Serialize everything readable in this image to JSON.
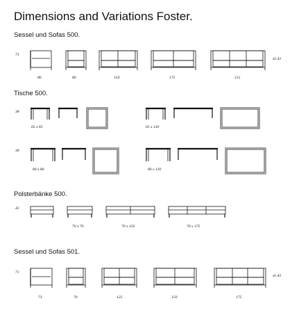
{
  "title": "Dimensions and Variations Foster.",
  "sections": {
    "s500": {
      "label": "Sessel und Sofas 500.",
      "height": "73",
      "seat_height": "sh 43",
      "widths": [
        "80",
        "80",
        "150",
        "175",
        "215"
      ]
    },
    "t500": {
      "label": "Tische 500.",
      "row1_height": "38",
      "row1_sizes": [
        "65 x 65",
        "65 x 130"
      ],
      "row2_height": "38",
      "row2_sizes": [
        "80 x 80",
        "80 x 130"
      ]
    },
    "p500": {
      "label": "Polsterbänke 500.",
      "height": "42",
      "sizes": [
        "70 x 70",
        "70 x 150",
        "70 x 175"
      ]
    },
    "s501": {
      "label": "Sessel und Sofas 501.",
      "height": "71",
      "seat_height": "sh 43",
      "widths": [
        "73",
        "70",
        "125",
        "150",
        "175"
      ]
    }
  }
}
